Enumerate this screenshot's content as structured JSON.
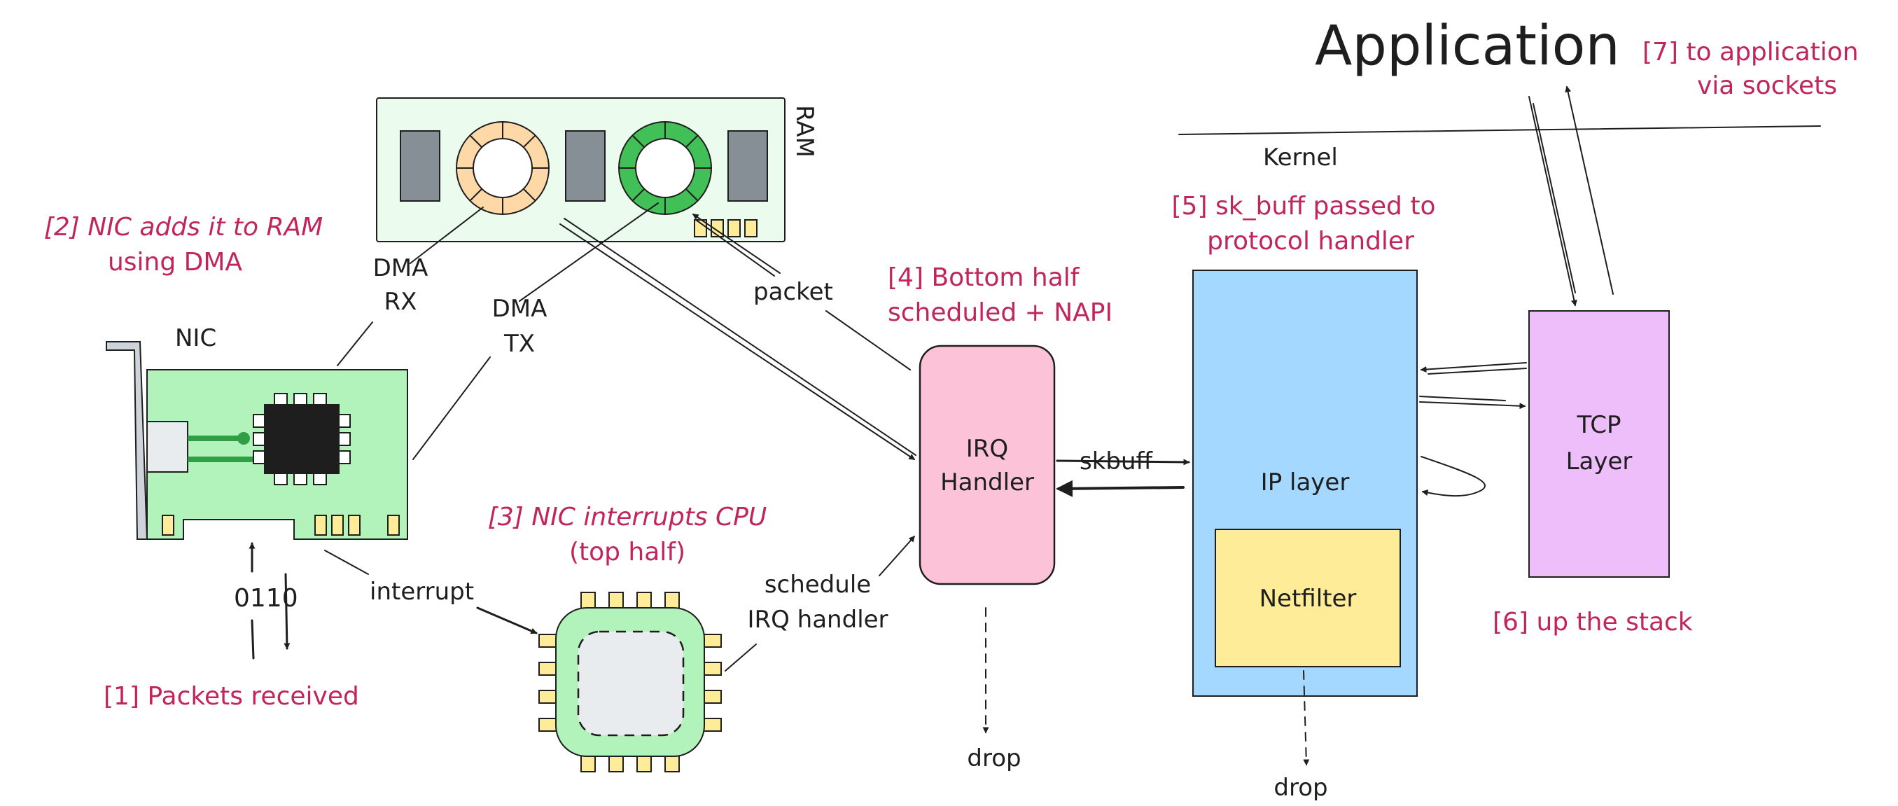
{
  "colors": {
    "ink": "#1e1e1e",
    "accent_red": "#c2255c",
    "ram_board": "#ebfbee",
    "ring_orange": "#ffd8a8",
    "ring_green": "#40c057",
    "chip_gray": "#868e96",
    "gold": "#ffec99",
    "nic_board": "#b2f2bb",
    "irq_pink": "#fcc2d7",
    "ip_blue": "#a5d8ff",
    "netfilter_yellow": "#ffec99",
    "tcp_violet": "#eebefa",
    "cpu_inner": "#e9ecef"
  },
  "title": {
    "application": "Application",
    "kernel": "Kernel"
  },
  "ram": {
    "label": "RAM"
  },
  "nic": {
    "label": "NIC"
  },
  "labels": {
    "dma_rx_1": "DMA",
    "dma_rx_2": "RX",
    "dma_tx_1": "DMA",
    "dma_tx_2": "TX",
    "packet": "packet",
    "bits": "0110",
    "interrupt": "interrupt",
    "schedule_1": "schedule",
    "schedule_2": "IRQ handler",
    "skbuff": "skbuff",
    "drop_irq": "drop",
    "drop_ip": "drop"
  },
  "boxes": {
    "irq_1": "IRQ",
    "irq_2": "Handler",
    "ip": "IP layer",
    "netfilter": "Netfilter",
    "tcp_1": "TCP",
    "tcp_2": "Layer"
  },
  "steps": {
    "s1": "[1] Packets received",
    "s2_1": "[2] NIC adds it to RAM",
    "s2_2": "using DMA",
    "s3_1": "[3] NIC interrupts CPU",
    "s3_2": "(top half)",
    "s4_1": "[4] Bottom half",
    "s4_2": "scheduled + NAPI",
    "s5_1": "[5] sk_buff passed to",
    "s5_2": "protocol handler",
    "s6": "[6] up the stack",
    "s7_1": "[7] to application",
    "s7_2": "via sockets"
  }
}
